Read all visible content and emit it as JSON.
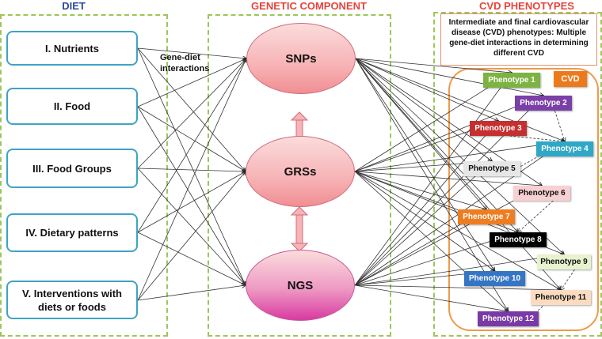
{
  "sections": {
    "diet": {
      "title": "DIET",
      "color": "#2e4a9e"
    },
    "genetic": {
      "title": "GENETIC COMPONENT",
      "color": "#e8433a"
    },
    "cvd": {
      "title": "CVD PHENOTYPES",
      "color": "#e8433a"
    }
  },
  "diet_items": [
    {
      "label": "I. Nutrients"
    },
    {
      "label": "II. Food"
    },
    {
      "label": "III. Food Groups"
    },
    {
      "label": "IV. Dietary patterns"
    },
    {
      "label": "V. Interventions with diets or foods"
    }
  ],
  "gene_diet_label": "Gene-diet interactions",
  "genetic_items": [
    {
      "label": "SNPs"
    },
    {
      "label": "GRSs"
    },
    {
      "label": "NGS"
    }
  ],
  "cvd_note": "Intermediate and final cardiovascular disease (CVD) phenotypes: Multiple gene-diet interactions in determining different CVD",
  "cvd_badge": "CVD",
  "phenotypes": [
    {
      "label": "Phenotype 1",
      "bg": "#7cb342",
      "fg": "#ffffff"
    },
    {
      "label": "Phenotype 2",
      "bg": "#7b3fa8",
      "fg": "#ffffff"
    },
    {
      "label": "Phenotype 3",
      "bg": "#c62f2f",
      "fg": "#ffffff"
    },
    {
      "label": "Phenotype 4",
      "bg": "#2fa8c8",
      "fg": "#ffffff"
    },
    {
      "label": "Phenotype 5",
      "bg": "#e6e6e6",
      "fg": "#111111"
    },
    {
      "label": "Phenotype 6",
      "bg": "#f8cfd2",
      "fg": "#111111"
    },
    {
      "label": "Phenotype 7",
      "bg": "#ee7d22",
      "fg": "#ffffff"
    },
    {
      "label": "Phenotype 8",
      "bg": "#000000",
      "fg": "#ffffff"
    },
    {
      "label": "Phenotype 9",
      "bg": "#e7f3cf",
      "fg": "#111111"
    },
    {
      "label": "Phenotype 10",
      "bg": "#3576c4",
      "fg": "#ffffff"
    },
    {
      "label": "Phenotype 11",
      "bg": "#fbdcc0",
      "fg": "#111111"
    },
    {
      "label": "Phenotype 12",
      "bg": "#7a3aa6",
      "fg": "#ffffff"
    }
  ],
  "phenotype_links": [
    [
      2,
      4
    ],
    [
      3,
      4
    ],
    [
      5,
      4
    ],
    [
      6,
      8
    ],
    [
      9,
      11
    ],
    [
      12,
      11
    ]
  ]
}
